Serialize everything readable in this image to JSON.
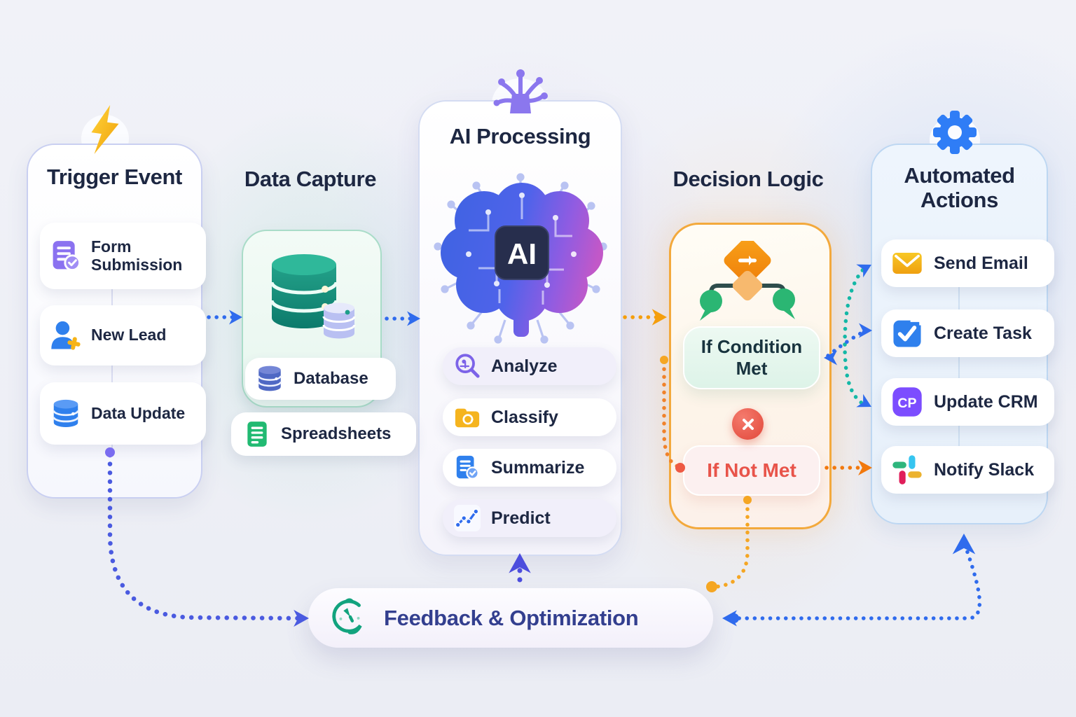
{
  "panels": {
    "trigger": {
      "title": "Trigger Event",
      "header_icon": "lightning-icon",
      "items": [
        {
          "label": "Form Submission",
          "icon": "form-document-icon"
        },
        {
          "label": "New Lead",
          "icon": "person-add-icon"
        },
        {
          "label": "Data Update",
          "icon": "database-icon"
        }
      ]
    },
    "data_capture": {
      "title": "Data Capture",
      "center_icon": "database-stack-icon",
      "items": [
        {
          "label": "Database",
          "icon": "database-icon"
        },
        {
          "label": "Spreadsheets",
          "icon": "spreadsheet-icon"
        }
      ]
    },
    "ai": {
      "title": "AI Processing",
      "header_icon": "neural-tree-icon",
      "chip_label": "AI",
      "items": [
        {
          "label": "Analyze",
          "icon": "magnifier-icon"
        },
        {
          "label": "Classify",
          "icon": "folder-icon"
        },
        {
          "label": "Summarize",
          "icon": "document-check-icon"
        },
        {
          "label": "Predict",
          "icon": "trend-chart-icon"
        }
      ]
    },
    "decision": {
      "title": "Decision Logic",
      "header_icon": "decision-diamond-icon",
      "condition_met_label": "If Condition Met",
      "not_met_label": "If Not Met"
    },
    "actions": {
      "title": "Automated Actions",
      "header_icon": "gear-icon",
      "crm_badge": "CP",
      "items": [
        {
          "label": "Send Email",
          "icon": "envelope-icon"
        },
        {
          "label": "Create Task",
          "icon": "task-check-icon"
        },
        {
          "label": "Update CRM",
          "icon": "crm-badge-icon"
        },
        {
          "label": "Notify Slack",
          "icon": "slack-icon"
        }
      ]
    },
    "feedback": {
      "label": "Feedback & Optimization",
      "icon": "clock-refresh-icon"
    }
  },
  "colors": {
    "arrow_blue": "#2f6bed",
    "arrow_orange": "#f59e0b",
    "arrow_teal": "#14b8a6",
    "arrow_indigo": "#4a5ae0",
    "accent_red": "#e8544a",
    "accent_green": "#22a06b",
    "accent_purple": "#8b77ee",
    "accent_gold": "#f7b418",
    "title_navy": "#1d2742",
    "feedback_navy": "#333f8f"
  }
}
